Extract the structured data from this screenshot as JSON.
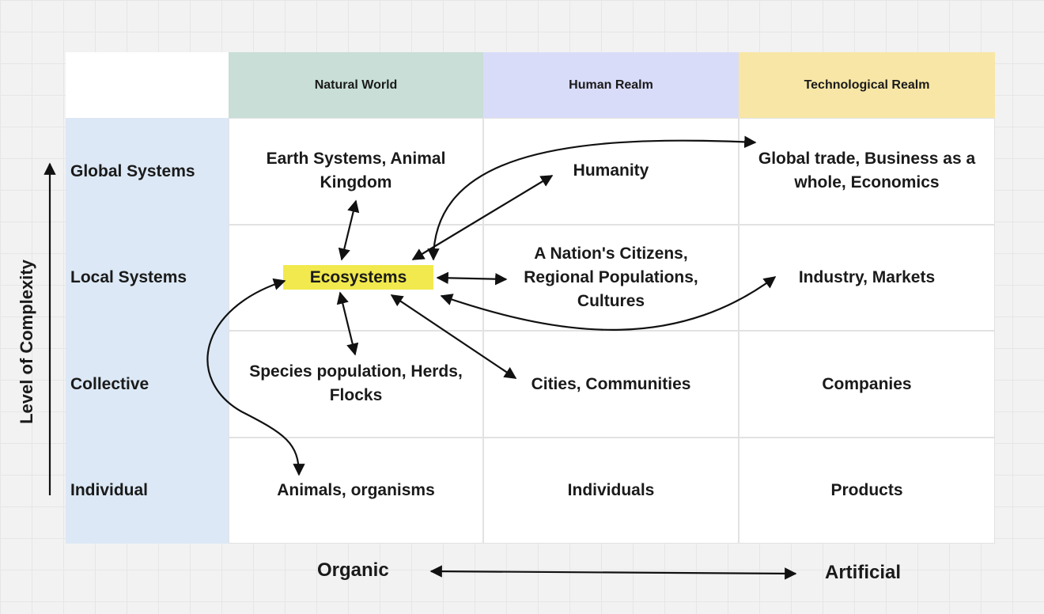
{
  "columns": {
    "natural": "Natural World",
    "human": "Human Realm",
    "tech": "Technological Realm"
  },
  "rows": {
    "global": "Global Systems",
    "local": "Local Systems",
    "collective": "Collective",
    "individual": "Individual"
  },
  "cells": {
    "global_natural": "Earth Systems, Animal Kingdom",
    "global_human": "Humanity",
    "global_tech": "Global trade, Business as a whole, Economics",
    "local_natural": "Ecosystems",
    "local_human": "A Nation's Citizens, Regional Populations, Cultures",
    "local_tech": "Industry, Markets",
    "collective_natural": "Species population, Herds, Flocks",
    "collective_human": "Cities, Communities",
    "collective_tech": "Companies",
    "individual_natural": "Animals, organisms",
    "individual_human": "Individuals",
    "individual_tech": "Products"
  },
  "axes": {
    "y_label": "Level of Complexity",
    "x_left": "Organic",
    "x_right": "Artificial"
  },
  "colors": {
    "natural_header": "#c8ded7",
    "human_header": "#d9dcf9",
    "tech_header": "#f8e6a6",
    "row_band": "#dce8f5",
    "highlight": "#f1e94d"
  }
}
